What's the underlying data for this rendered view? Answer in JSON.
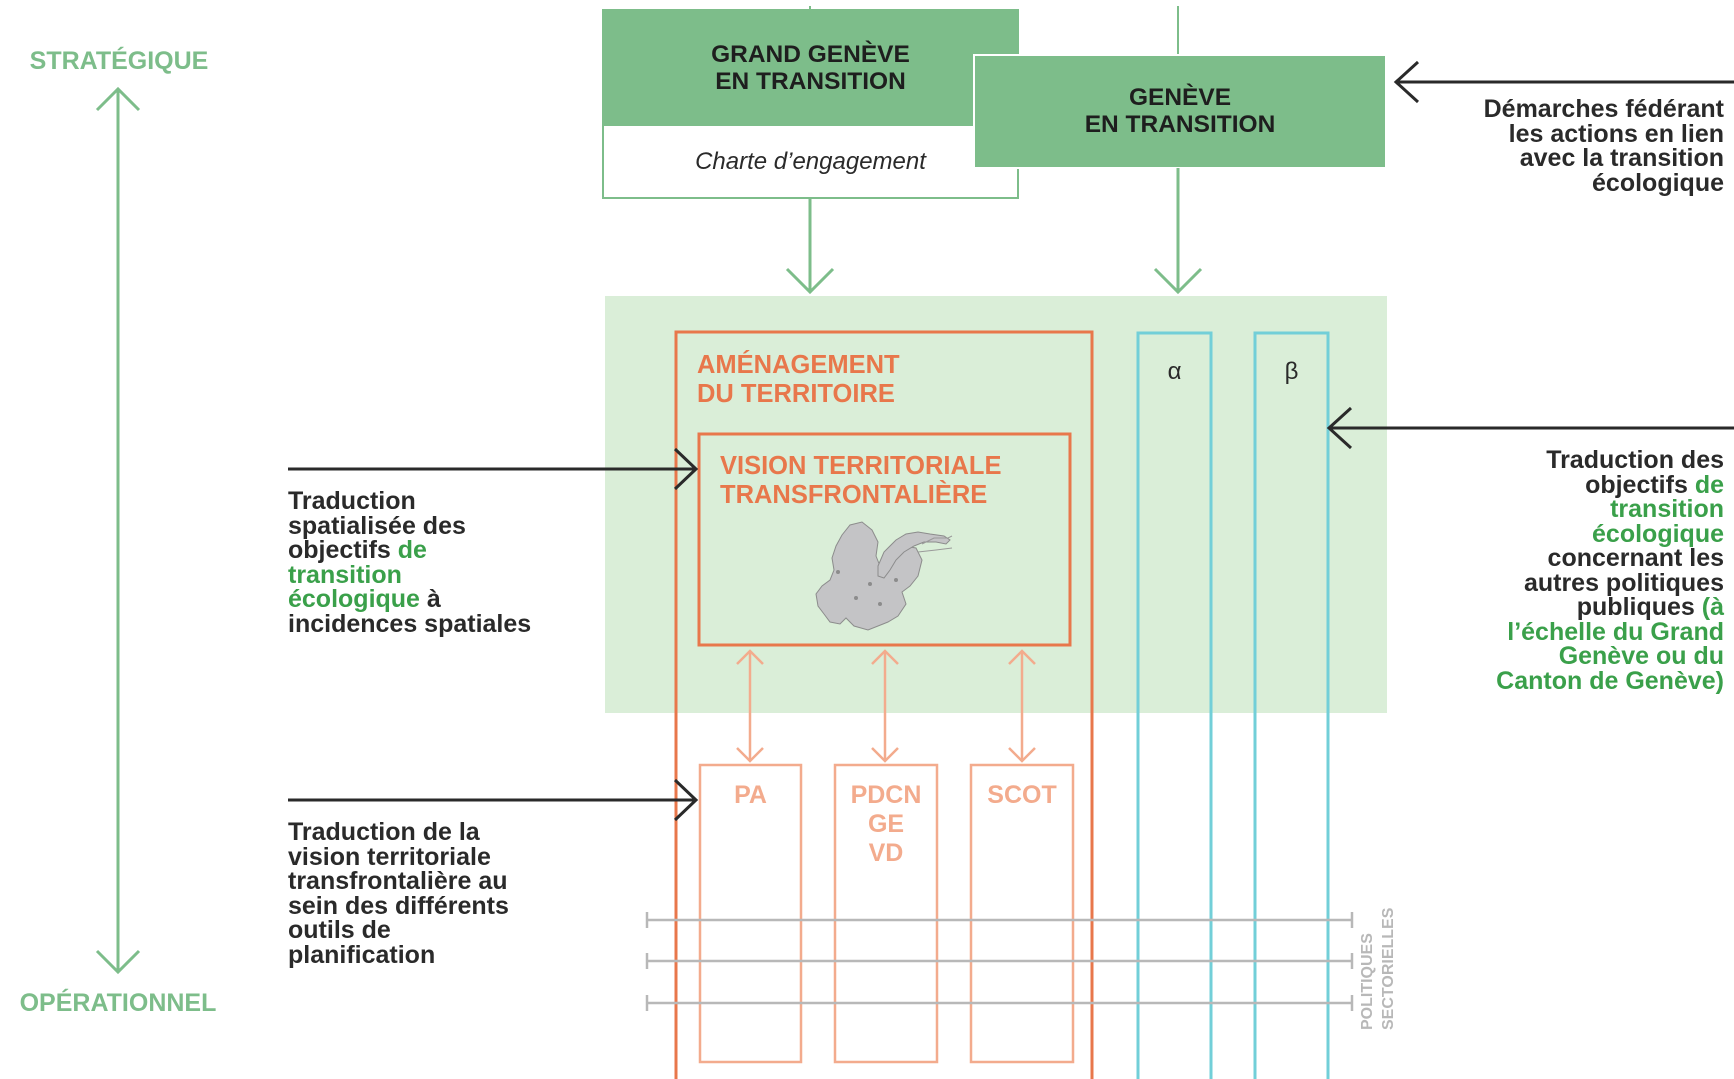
{
  "axis": {
    "top_label": "STRATÉGIQUE",
    "bottom_label": "OPÉRATIONNEL"
  },
  "top_boxes": {
    "grand_geneve": {
      "title_line1": "GRAND GENÈVE",
      "title_line2": "EN TRANSITION",
      "subtitle": "Charte d’engagement"
    },
    "geneve": {
      "title_line1": "GENÈVE",
      "title_line2": "EN TRANSITION"
    }
  },
  "amenagement": {
    "title_line1": "AMÉNAGEMENT",
    "title_line2": "DU TERRITOIRE"
  },
  "vision": {
    "title_line1": "VISION TERRITORIALE",
    "title_line2": "TRANSFRONTALIÈRE"
  },
  "plans": {
    "pa": "PA",
    "pdcn_line1": "PDCN",
    "pdcn_line2": "GE",
    "pdcn_line3": "VD",
    "scot": "SCOT"
  },
  "columns": {
    "alpha": "α",
    "beta": "β"
  },
  "sectoral": {
    "line1": "POLITIQUES",
    "line2": "SECTORIELLES"
  },
  "annotations": {
    "top_right": {
      "line1": "Démarches fédérant",
      "line2": "les actions en lien",
      "line3": "avec la transition",
      "line4": "écologique"
    },
    "middle_right": {
      "line1": "Traduction des",
      "line2a": "objectifs ",
      "line2b": "de",
      "line3": "transition",
      "line4": "écologique",
      "line5": "concernant les",
      "line6": "autres politiques",
      "line7a": "publiques ",
      "line7b": "(à",
      "line8": "l’échelle du Grand",
      "line9": "Genève ou du",
      "line10": "Canton de Genève)"
    },
    "left_upper": {
      "line1": "Traduction",
      "line2": "spatialisée des",
      "line3a": "objectifs ",
      "line3b": "de",
      "line4": "transition",
      "line5a": "écologique",
      "line5b": " à",
      "line6": "incidences spatiales"
    },
    "left_lower": {
      "line1": "Traduction de la",
      "line2": "vision territoriale",
      "line3": "transfrontalière au",
      "line4": "sein des différents",
      "line5": "outils de",
      "line6": "planification"
    }
  },
  "colors": {
    "green_fill": "#7dbd8a",
    "light_green_bg": "#daeed8",
    "orange": "#e8774b",
    "light_orange": "#f3ab8d",
    "cyan": "#72cfd8",
    "grey_line": "#b8b8b8",
    "dark_arrow": "#2a2a2a",
    "text_green": "#3aa04a"
  }
}
